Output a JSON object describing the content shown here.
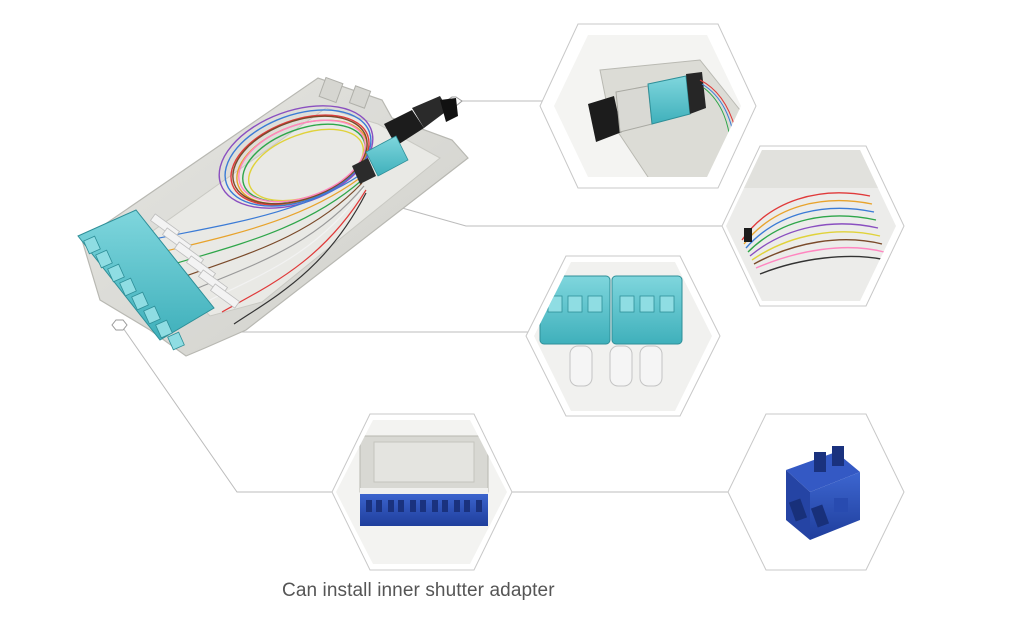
{
  "caption": "Can install inner shutter adapter",
  "colors": {
    "background": "#ffffff",
    "leader_line": "#bcbcbc",
    "hex_frame": "#cfcfcf",
    "tray_body": "#dcdcd8",
    "aqua_adapter": "#5cc6cf",
    "blue_adapter": "#2a4fb8",
    "caption_text": "#555555"
  },
  "scene": {
    "main_product": "fiber-optic-cassette-with-aqua-lc-adapters-and-mpo-pigtail",
    "callouts": [
      {
        "id": "mpo-connector-detail",
        "subject": "mpo-adapter-with-aqua-connector"
      },
      {
        "id": "colored-fiber-detail",
        "subject": "color-coded-fiber-pigtails"
      },
      {
        "id": "aqua-lc-adapter-detail",
        "subject": "aqua-lc-quad-adapters"
      },
      {
        "id": "blue-adapter-panel-detail",
        "subject": "cassette-front-with-blue-lc-adapters"
      },
      {
        "id": "blue-shutter-adapter-detail",
        "subject": "blue-lc-duplex-shutter-adapter"
      }
    ]
  }
}
